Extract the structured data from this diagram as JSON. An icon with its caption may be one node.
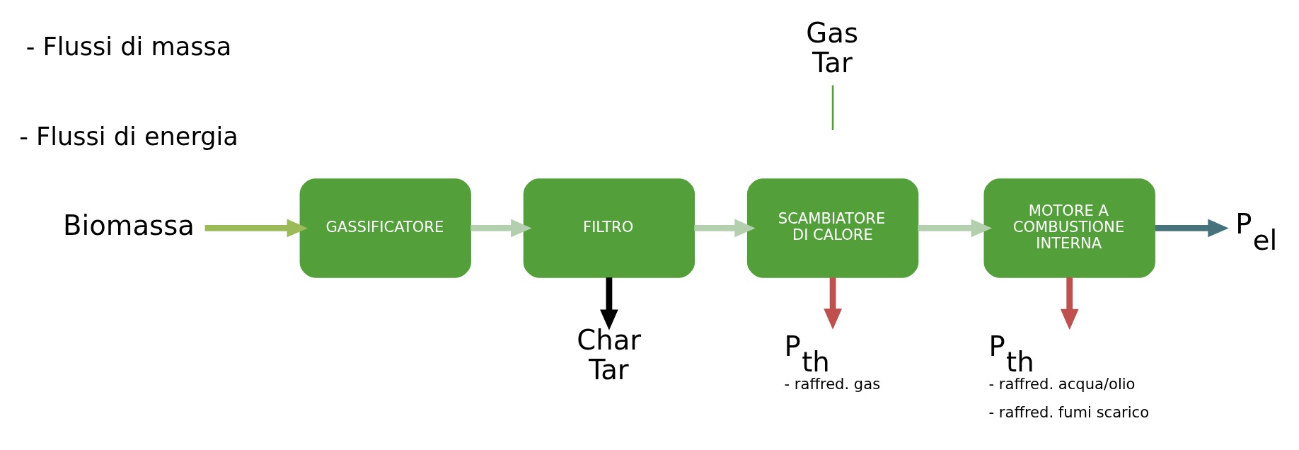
{
  "diagram": {
    "nodes": [
      {
        "text": [
          "Biomassa"
        ]
      },
      {
        "text": [
          "GASSIFICATORE"
        ]
      },
      {
        "text": [
          "FILTRO"
        ]
      },
      {
        "text": [
          "SCAMBIATORE DI CALORE"
        ]
      },
      {
        "text": [
          "MOTORE A COMBUSTIONE INTERNA"
        ]
      },
      {
        "text": [
          "P$_{el}$"
        ]
      },
      {
        "text": [
          "Char Tar"
        ]
      },
      {
        "text": [
          "P$_{th}$"
        ],
        "beside": [
          "- raffred. gas"
        ]
      },
      {
        "text": [
          "P$_{th}$"
        ],
        "beside": [
          "- raffred. acqua/olio",
          "- raffred. fumi scarico"
        ]
      },
      {
        "text": [
          "Gas Tar"
        ]
      }
    ],
    "edges": [
      {
        "from": 0,
        "to": 1,
        "arrow": "to",
        "color": "#9bbb59"
      },
      {
        "from": 1,
        "to": 2,
        "arrow": "to",
        "color": "#b3cfae"
      },
      {
        "from": 2,
        "to": 3,
        "arrow": "to",
        "color": "#b3cfae"
      },
      {
        "from": 3,
        "to": 4,
        "arrow": "to",
        "color": "#b3cfae"
      },
      {
        "from": 4,
        "to": 5,
        "arrow": "to",
        "color": "#46727b"
      },
      {
        "from": 2,
        "to": 6,
        "arrow": "to",
        "color": "#000000"
      },
      {
        "from": 3,
        "to": 7,
        "arrow": "to",
        "color": "#c0504d"
      },
      {
        "from": 4,
        "to": 8,
        "arrow": "to",
        "color": "#c0504d"
      },
      {
        "from": 9,
        "to": null,
        "arrow": "none",
        "color": "#53a03b"
      }
    ],
    "labels": [
      "- Flussi di massa",
      "- Flussi di energia"
    ]
  }
}
